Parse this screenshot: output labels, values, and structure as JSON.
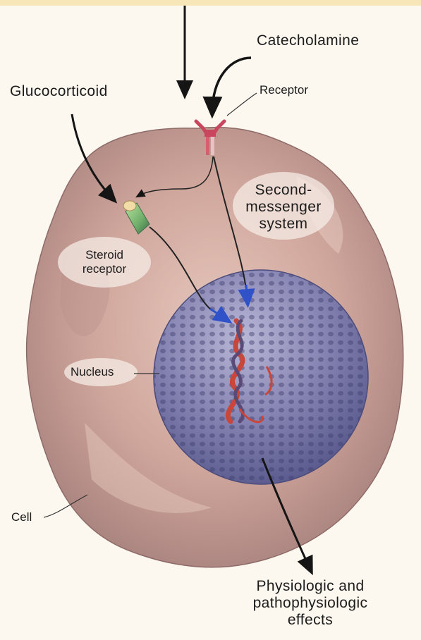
{
  "labels": {
    "catecholamine": "Catecholamine",
    "glucocorticoid": "Glucocorticoid",
    "receptor": "Receptor",
    "second_messenger_1": "Second-",
    "second_messenger_2": "messenger",
    "second_messenger_3": "system",
    "steroid_receptor_1": "Steroid",
    "steroid_receptor_2": "receptor",
    "nucleus": "Nucleus",
    "cell": "Cell",
    "effects_1": "Physiologic and",
    "effects_2": "pathophysiologic",
    "effects_3": "effects"
  },
  "colors": {
    "background": "#fdf8ef",
    "top_band": "#f7e7b8",
    "cell_fill": "#c9a39a",
    "nucleus_fill": "#6f6f9e",
    "dna_red": "#c8473a",
    "arrow_blue": "#2f52c8",
    "arrow_black": "#151515",
    "receptor_red": "#c9475e",
    "steroid_green": "#7fc07a"
  }
}
